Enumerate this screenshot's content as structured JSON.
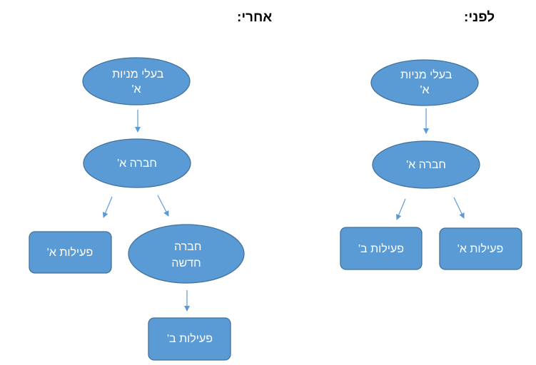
{
  "colors": {
    "node_fill": "#5b9bd5",
    "node_border": "#41719c",
    "node_text": "#ffffff",
    "arrow": "#5b9bd5"
  },
  "before": {
    "heading": "לפני:",
    "owners": [
      "בעלי מניות",
      "א'"
    ],
    "company": "חברה א'",
    "activity_a": "פעילות א'",
    "activity_b": "פעילות ב'"
  },
  "after": {
    "heading": "אחרי:",
    "owners": [
      "בעלי מניות",
      "א'"
    ],
    "company": "חברה א'",
    "new_company": [
      "חברה",
      "חדשה"
    ],
    "activity_a": "פעילות א'",
    "activity_b": "פעילות ב'"
  }
}
